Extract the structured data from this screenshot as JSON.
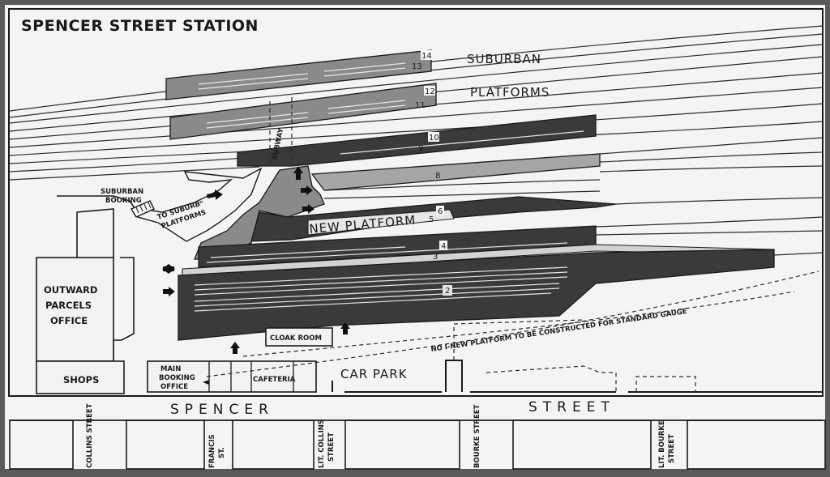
{
  "map": {
    "title": "SPENCER STREET STATION",
    "suburban": "SUBURBAN",
    "platforms_word": "PLATFORMS",
    "subway": "SUBWAY",
    "suburban_booking_1": "SUBURBAN",
    "suburban_booking_2": "BOOKING",
    "to_suburban_1": "TO SUBURBⁿ",
    "to_suburban_2": "PLATFORMS",
    "new_platform": "NEW PLATFORM",
    "outward_1": "OUTWARD",
    "outward_2": "PARCELS",
    "outward_3": "OFFICE",
    "shops": "SHOPS",
    "cloak_room": "CLOAK ROOM",
    "main_booking_1": "MAIN",
    "main_booking_2": "BOOKING",
    "main_booking_3": "OFFICE",
    "cafeteria": "CAFETERIA",
    "car_park": "CAR PARK",
    "standard_gauge_note": "NO I-NEW PLATFORM TO BE CONSTRUCTED FOR STANDARD GAUGE",
    "spencer": "SPENCER",
    "street": "STREET",
    "cross_streets": {
      "collins": "COLLINS STREET",
      "francis_1": "FRANCIS",
      "francis_2": "ST.",
      "lit_collins_1": "LIT. COLLINS",
      "lit_collins_2": "STREET",
      "bourke": "BOURKE STREET",
      "lit_bourke_1": "LIT. BOURKE",
      "lit_bourke_2": "STREET"
    },
    "platform_numbers": [
      "14",
      "13",
      "12",
      "11",
      "10",
      "9",
      "8",
      "6",
      "5",
      "4",
      "3",
      "2"
    ]
  }
}
